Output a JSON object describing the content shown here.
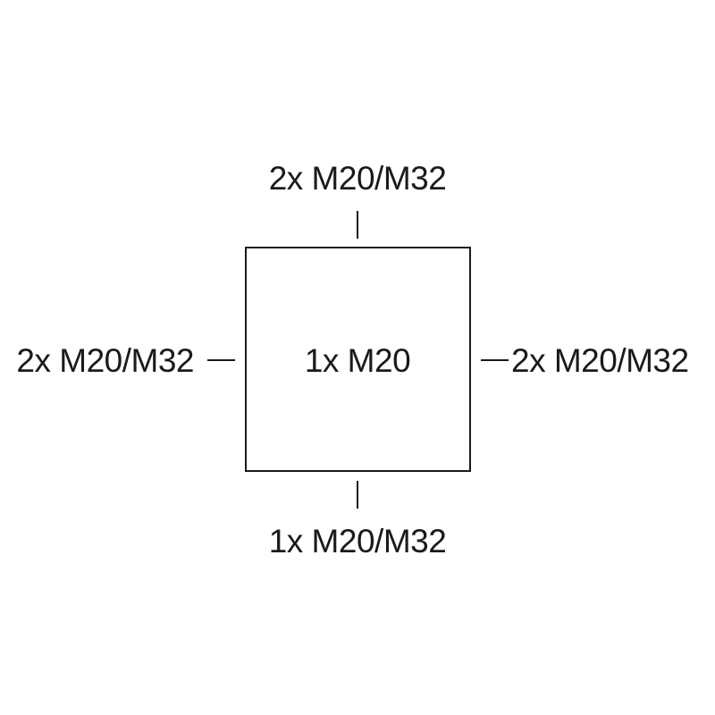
{
  "diagram": {
    "center_label": "1x M20",
    "top_label": "2x M20/M32",
    "left_label": "2x M20/M32",
    "right_label": "2x M20/M32",
    "bottom_label": "1x M20/M32"
  }
}
